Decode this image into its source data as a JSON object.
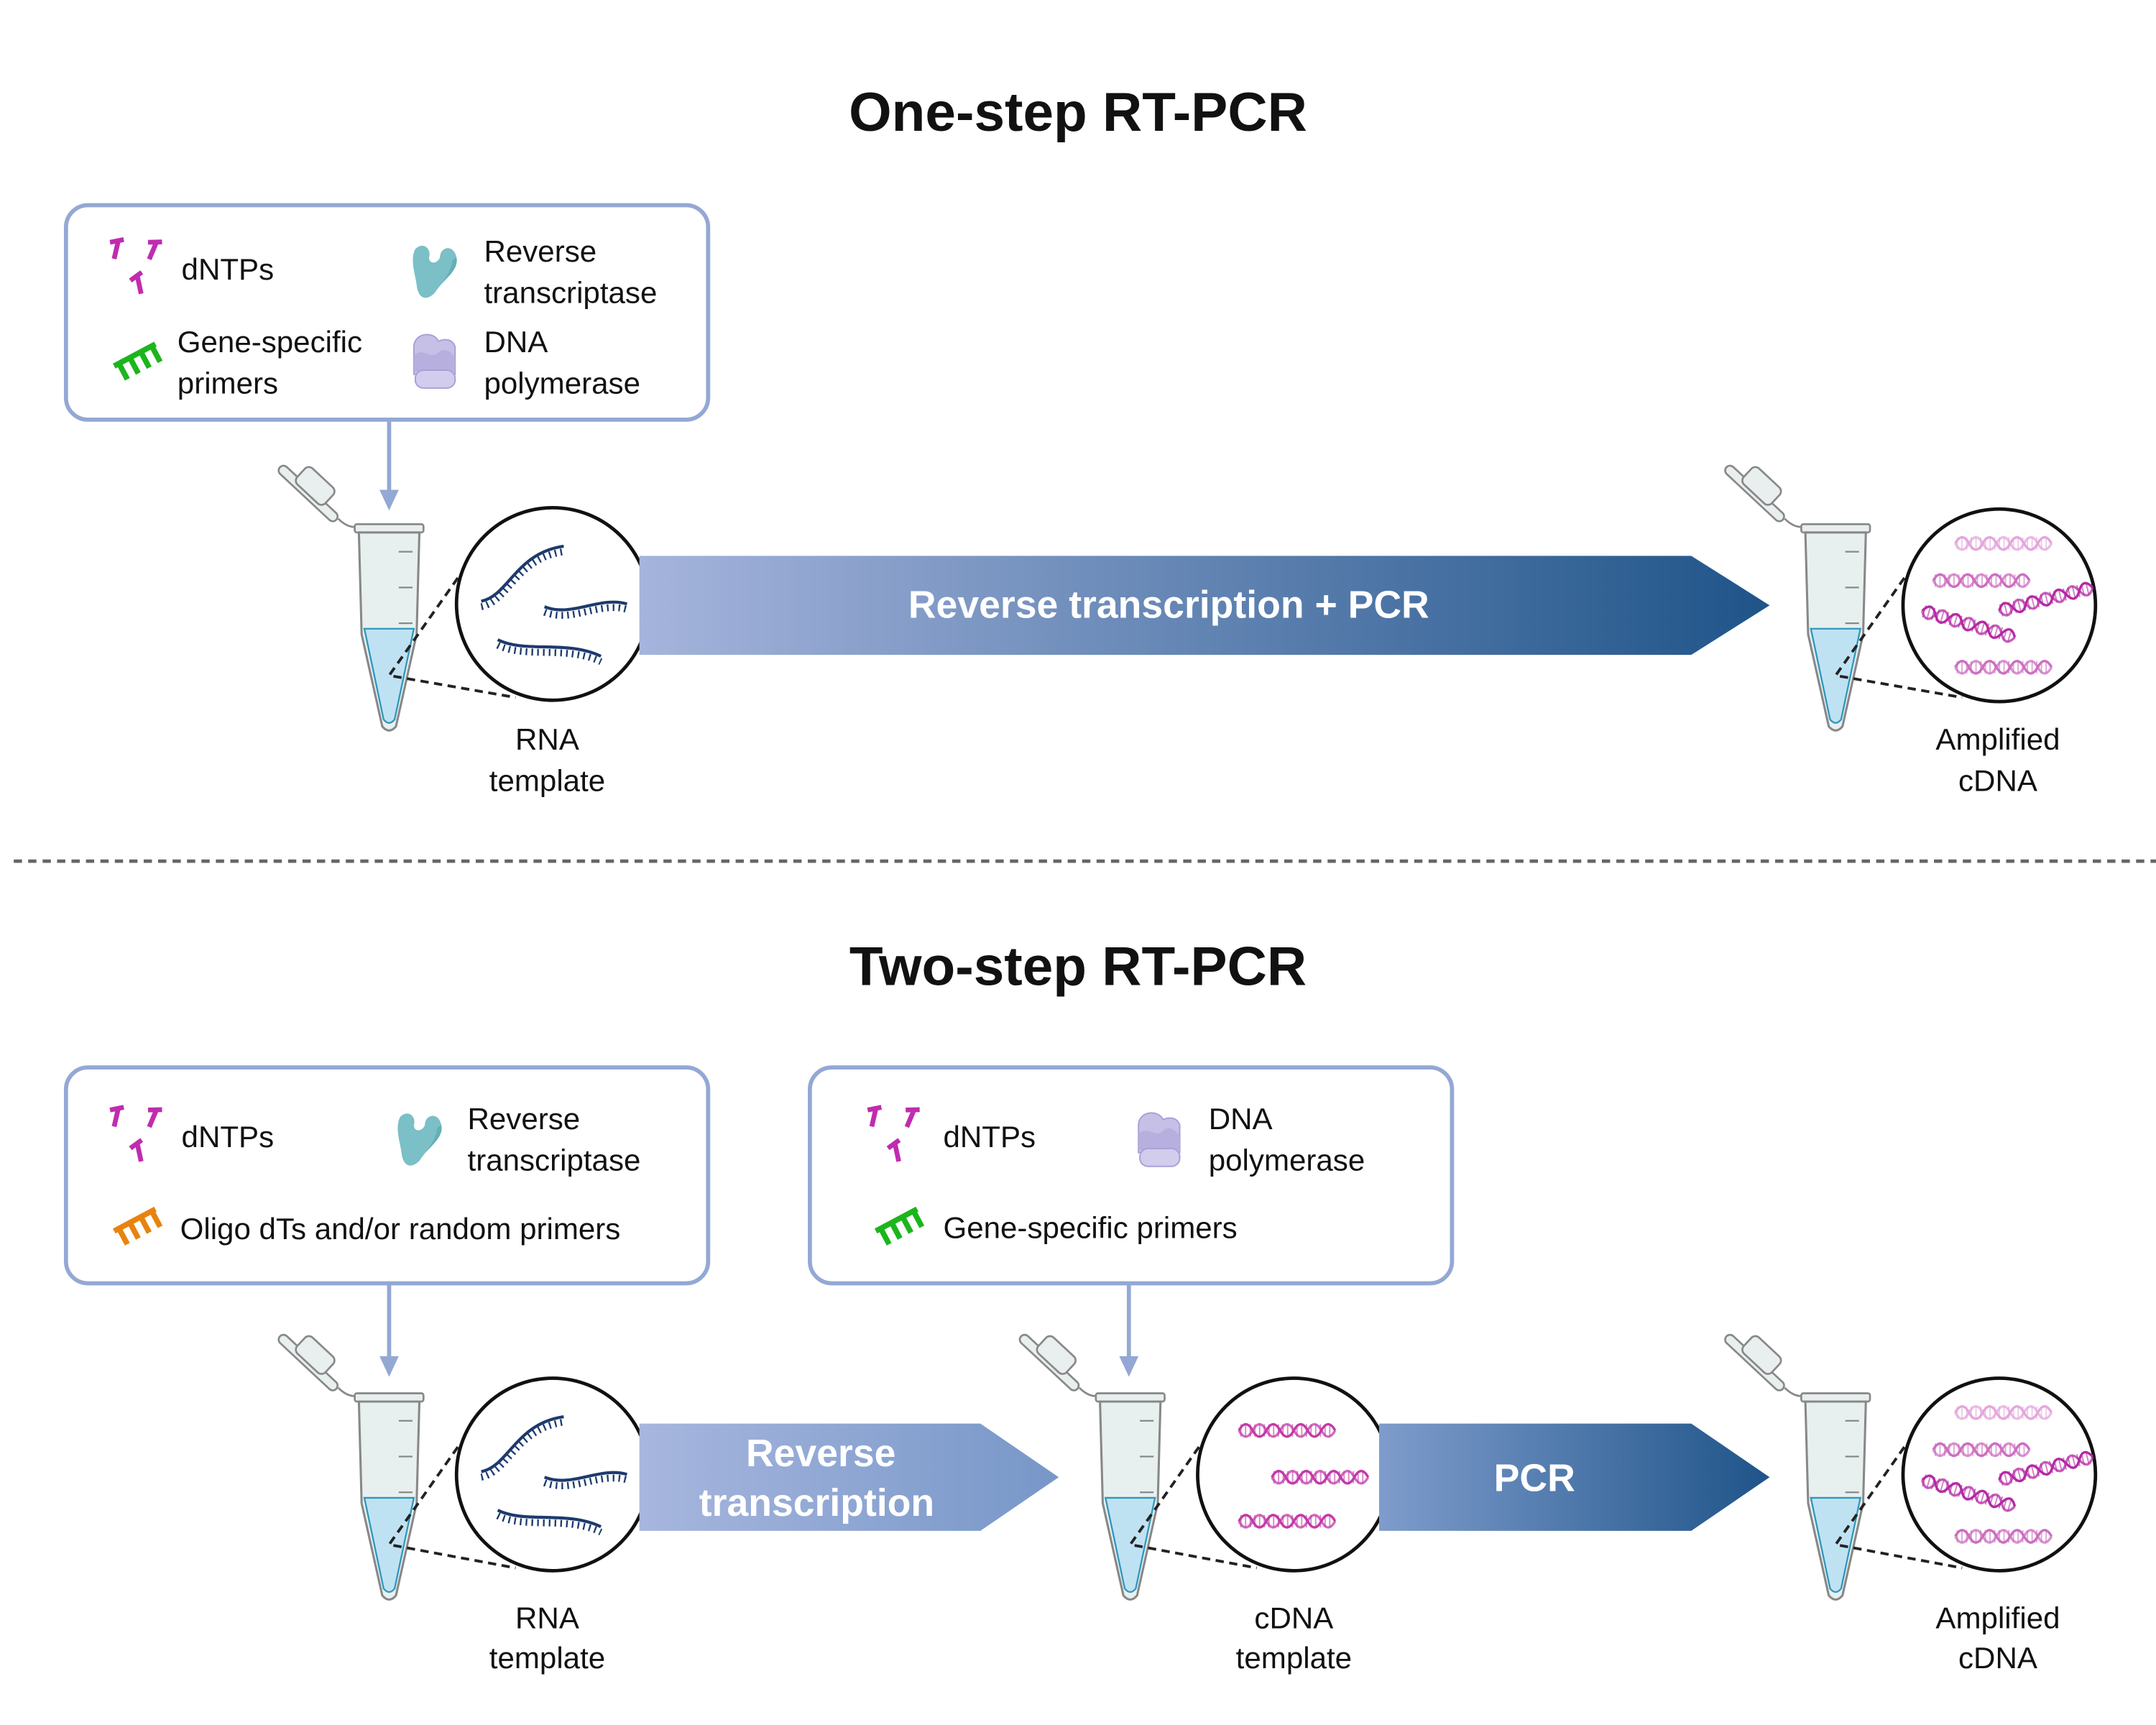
{
  "one_step": {
    "title": "One-step RT-PCR",
    "reagents": {
      "dntps": "dNTPs",
      "rt_line1": "Reverse",
      "rt_line2": "transcriptase",
      "primer_line1": "Gene-specific",
      "primer_line2": "primers",
      "pol_line1": "DNA",
      "pol_line2": "polymerase"
    },
    "start_label": [
      "RNA",
      "template"
    ],
    "arrow_label": "Reverse transcription + PCR",
    "end_label": [
      "Amplified",
      "cDNA"
    ]
  },
  "two_step": {
    "title": "Two-step RT-PCR",
    "reagents_rt": {
      "dntps": "dNTPs",
      "rt_line1": "Reverse",
      "rt_line2": "transcriptase",
      "primers": "Oligo dTs and/or random primers"
    },
    "reagents_pcr": {
      "dntps": "dNTPs",
      "pol_line1": "DNA",
      "pol_line2": "polymerase",
      "primers": "Gene-specific primers"
    },
    "start_label": [
      "RNA",
      "template"
    ],
    "arrow1_label": [
      "Reverse",
      "transcription"
    ],
    "mid_label": [
      "cDNA",
      "template"
    ],
    "arrow2_label": "PCR",
    "end_label": [
      "Amplified",
      "cDNA"
    ]
  },
  "colors": {
    "box_border": "#94a8d4",
    "arrow_light": "#a5b4dc",
    "arrow_dark": "#1f5489",
    "dntp": "#c02cb0",
    "gene_specific_primer": "#1cb51c",
    "oligo_primer": "#e8830f",
    "reverse_transcriptase": "#7bbfc7",
    "dna_polymerase": "#c7c0e6",
    "rna": "#1d3a6e",
    "dna": "#c23aa8"
  },
  "icons": [
    "dntp-icon",
    "primer-icon",
    "reverse-transcriptase-icon",
    "dna-polymerase-icon",
    "microtube-icon",
    "rna-strand-icon",
    "dna-helix-icon"
  ]
}
